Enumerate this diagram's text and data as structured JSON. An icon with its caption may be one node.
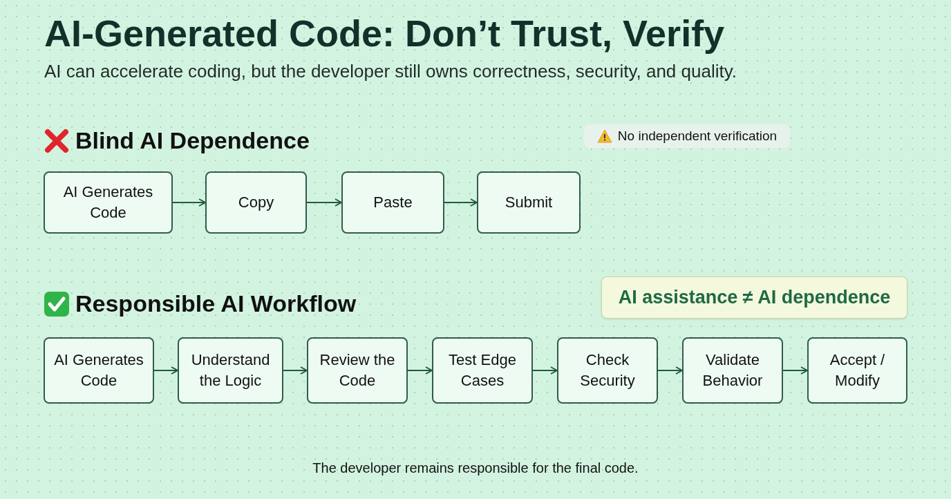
{
  "diagram": {
    "title": "AI-Generated Code: Don’t Trust, Verify",
    "caption": "The developer remains responsible for the final code.",
    "nodes": [
      {
        "text": [
          "No independent verification"
        ]
      },
      {
        "text": [
          "AI Generates Code"
        ]
      },
      {
        "text": [
          "Copy"
        ]
      },
      {
        "text": [
          "Paste"
        ]
      },
      {
        "text": [
          "Submit"
        ]
      },
      {
        "text": [
          "AI assistance ≠ AI dependence"
        ]
      },
      {
        "text": [
          "AI Generates Code"
        ]
      },
      {
        "text": [
          "Understand the Logic"
        ]
      },
      {
        "text": [
          "Review the Code"
        ]
      },
      {
        "text": [
          "Test Edge Cases"
        ]
      },
      {
        "text": [
          "Check Security"
        ]
      },
      {
        "text": [
          "Validate Behavior"
        ]
      },
      {
        "text": [
          "Accept / Modify"
        ]
      }
    ],
    "edges": [
      {
        "from": 1,
        "to": 2,
        "arrow": "to"
      },
      {
        "from": 2,
        "to": 3,
        "arrow": "to"
      },
      {
        "from": 3,
        "to": 4,
        "arrow": "to"
      },
      {
        "from": 6,
        "to": 7,
        "arrow": "to"
      },
      {
        "from": 7,
        "to": 8,
        "arrow": "to"
      },
      {
        "from": 8,
        "to": 9,
        "arrow": "to"
      },
      {
        "from": 9,
        "to": 10,
        "arrow": "to"
      },
      {
        "from": 10,
        "to": 11,
        "arrow": "to"
      },
      {
        "from": 11,
        "to": 12,
        "arrow": "to"
      }
    ],
    "labels": [
      "AI can accelerate coding, but the developer still owns correctness, security, and quality.",
      "Blind AI Dependence",
      "Responsible AI Workflow"
    ]
  }
}
